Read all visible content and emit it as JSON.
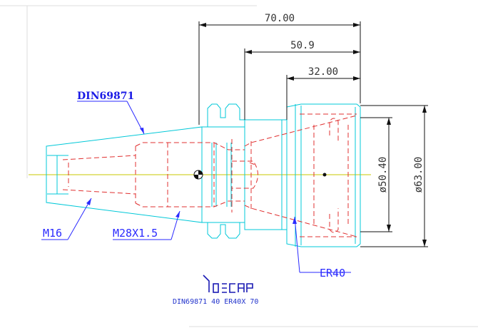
{
  "dimensions": {
    "overall_length": "70.00",
    "flange_to_nut_length": "50.9",
    "nut_length": "32.00",
    "nut_diameter": "ø50.40",
    "flange_diameter": "ø63.00"
  },
  "callouts": {
    "standard": "DIN69871",
    "thread_small": "M16",
    "thread_large": "M28X1.5",
    "collet": "ER40"
  },
  "caption": {
    "description": "DIN69871 40 ER40X 70"
  },
  "colors": {
    "outline": "#00c8d8",
    "hidden": "#e03030",
    "centerline": "#c8c800",
    "dimension": "#111111",
    "callout": "#2a2aff",
    "logo": "#1a1ab4"
  },
  "logo_icon": "iscar-logo"
}
